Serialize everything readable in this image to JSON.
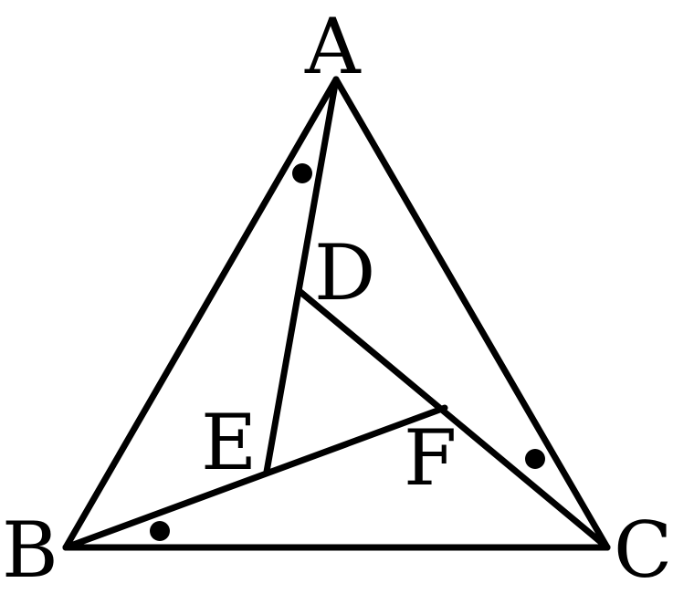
{
  "points": {
    "A": {
      "label": "A"
    },
    "B": {
      "label": "B"
    },
    "C": {
      "label": "C"
    },
    "D": {
      "label": "D"
    },
    "E": {
      "label": "E"
    },
    "F": {
      "label": "F"
    }
  },
  "segments": [
    {
      "name": "segment-ab",
      "from": "A",
      "to": "B"
    },
    {
      "name": "segment-bc",
      "from": "B",
      "to": "C"
    },
    {
      "name": "segment-ca",
      "from": "C",
      "to": "A"
    },
    {
      "name": "segment-ae",
      "from": "A",
      "to": "E"
    },
    {
      "name": "segment-bf",
      "from": "B",
      "to": "F"
    },
    {
      "name": "segment-cd",
      "from": "C",
      "to": "D"
    }
  ],
  "angle_marks": [
    {
      "name": "angle-mark-bad",
      "vertex": "A",
      "style": "dot"
    },
    {
      "name": "angle-mark-cbe",
      "vertex": "B",
      "style": "dot"
    },
    {
      "name": "angle-mark-acf",
      "vertex": "C",
      "style": "dot"
    }
  ],
  "colors": {
    "stroke": "#000000",
    "background": "#ffffff"
  }
}
